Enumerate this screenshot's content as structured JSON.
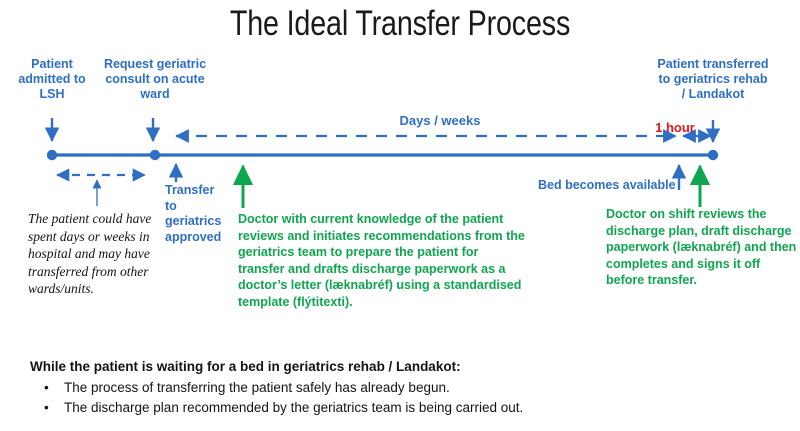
{
  "slide": {
    "title": "The Ideal Transfer Process",
    "colors": {
      "blue": "#2E6FC4",
      "green": "#0FA64F",
      "red": "#E8121B",
      "text": "#141414",
      "background": "#FFFFFF"
    }
  },
  "timeline": {
    "milestones": [
      {
        "id": "admitted",
        "label": "Patient\nadmitted to\nLSH",
        "marker": "dot",
        "arrow": "down-arrow-blue"
      },
      {
        "id": "request-consult",
        "label": "Request geriatric\nconsult on acute\nward",
        "marker": "dot",
        "arrow": "down-arrow-blue"
      },
      {
        "id": "transferred",
        "label": "Patient transferred\nto geriatrics rehab\n/ Landakot",
        "marker": "dot",
        "arrow": "down-arrow-blue"
      }
    ],
    "span_labels": [
      {
        "id": "days-weeks",
        "text": "Days / weeks",
        "color": "#2E6FC4",
        "arrow": "dashed-double-arrow"
      },
      {
        "id": "one-hour",
        "text": "1 hour",
        "color": "#E8121B",
        "arrow": "solid-double-arrow"
      }
    ],
    "below_labels": [
      {
        "id": "transfer-approved",
        "text": "Transfer\nto\ngeriatrics\napproved",
        "color": "#2E6FC4",
        "arrow": "up-arrow-blue"
      },
      {
        "id": "bed-available",
        "text": "Bed becomes available",
        "color": "#2E6FC4",
        "arrow": "up-arrow-blue"
      }
    ]
  },
  "labels": {
    "admitted": {
      "line1": "Patient",
      "line2": "admitted to",
      "line3": "LSH"
    },
    "request_consult": {
      "line1": "Request geriatric",
      "line2": "consult on acute",
      "line3": "ward"
    },
    "transferred": {
      "line1": "Patient transferred",
      "line2": "to geriatrics rehab",
      "line3": "/ Landakot"
    },
    "days_weeks": "Days / weeks",
    "one_hour": "1 hour",
    "bed_available": "Bed becomes available",
    "transfer_approved": {
      "line1": "Transfer",
      "line2": "to",
      "line3": "geriatrics",
      "line4": "approved"
    }
  },
  "notes": {
    "italic_note": "The patient could have spent days or weeks in hospital and may have transferred from other wards/units.",
    "green_center": "Doctor with current knowledge of the patient reviews and initiates recommendations from the geriatrics team to prepare the patient for transfer and drafts discharge paperwork as a doctor’s letter (læknabréf) using a standardised template (flýtitexti).",
    "green_right": "Doctor on shift reviews the discharge plan, draft discharge paperwork (læknabréf) and then completes and signs it off before transfer."
  },
  "bottom": {
    "heading": "While the patient is waiting for a bed in geriatrics rehab / Landakot:",
    "bullets": [
      "The process of transferring the patient safely has already begun.",
      "The discharge plan recommended by the geriatrics team is being carried out."
    ]
  }
}
